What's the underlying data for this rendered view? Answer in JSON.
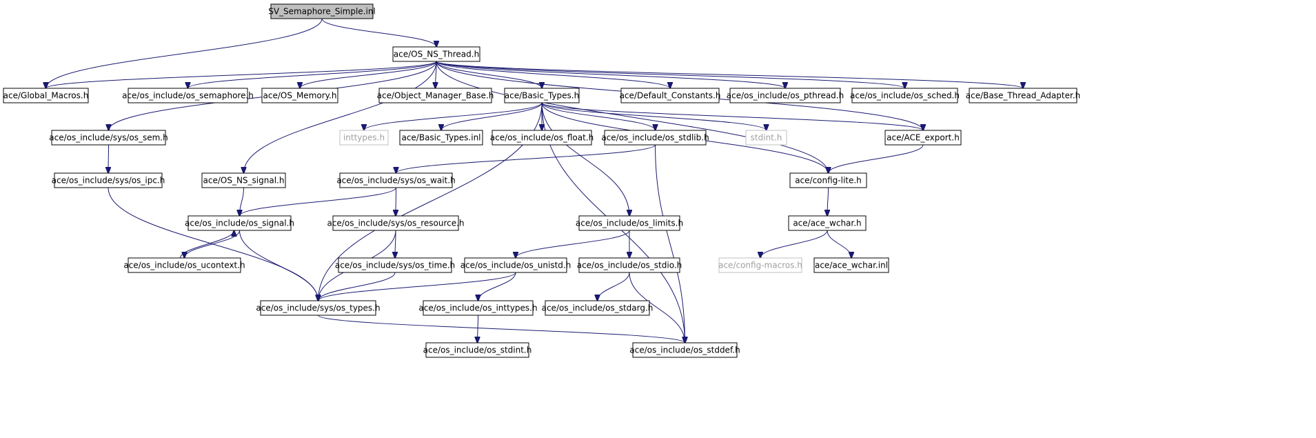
{
  "diagram": {
    "title": "",
    "colors": {
      "edge": "#191970",
      "root_fill": "#bfbfbf",
      "node_border": "#000000",
      "missing_border": "#bfbfbf",
      "missing_text": "#a0a0a0"
    },
    "nodes": [
      {
        "id": "root",
        "label": "SV_Semaphore_Simple.inl",
        "kind": "root"
      },
      {
        "id": "thread",
        "label": "ace/OS_NS_Thread.h"
      },
      {
        "id": "global",
        "label": "ace/Global_Macros.h"
      },
      {
        "id": "os_sema",
        "label": "ace/os_include/os_semaphore.h"
      },
      {
        "id": "memory",
        "label": "ace/OS_Memory.h"
      },
      {
        "id": "objmgr",
        "label": "ace/Object_Manager_Base.h"
      },
      {
        "id": "basic",
        "label": "ace/Basic_Types.h"
      },
      {
        "id": "defconst",
        "label": "ace/Default_Constants.h"
      },
      {
        "id": "pthread",
        "label": "ace/os_include/os_pthread.h"
      },
      {
        "id": "sched",
        "label": "ace/os_include/os_sched.h"
      },
      {
        "id": "bta",
        "label": "ace/Base_Thread_Adapter.h"
      },
      {
        "id": "sem",
        "label": "ace/os_include/sys/os_sem.h"
      },
      {
        "id": "inttypes",
        "label": "inttypes.h",
        "kind": "missing"
      },
      {
        "id": "basicinl",
        "label": "ace/Basic_Types.inl"
      },
      {
        "id": "float",
        "label": "ace/os_include/os_float.h"
      },
      {
        "id": "stdlib",
        "label": "ace/os_include/os_stdlib.h"
      },
      {
        "id": "stdint_sys",
        "label": "stdint.h",
        "kind": "missing"
      },
      {
        "id": "aceexport",
        "label": "ace/ACE_export.h"
      },
      {
        "id": "ipc",
        "label": "ace/os_include/sys/os_ipc.h"
      },
      {
        "id": "nssignal",
        "label": "ace/OS_NS_signal.h"
      },
      {
        "id": "wait",
        "label": "ace/os_include/sys/os_wait.h"
      },
      {
        "id": "configlite",
        "label": "ace/config-lite.h"
      },
      {
        "id": "signal",
        "label": "ace/os_include/os_signal.h"
      },
      {
        "id": "resource",
        "label": "ace/os_include/sys/os_resource.h"
      },
      {
        "id": "limits",
        "label": "ace/os_include/os_limits.h"
      },
      {
        "id": "wchar",
        "label": "ace/ace_wchar.h"
      },
      {
        "id": "ucontext",
        "label": "ace/os_include/os_ucontext.h"
      },
      {
        "id": "time",
        "label": "ace/os_include/sys/os_time.h"
      },
      {
        "id": "unistd",
        "label": "ace/os_include/os_unistd.h"
      },
      {
        "id": "stdio",
        "label": "ace/os_include/os_stdio.h"
      },
      {
        "id": "cfgmacros",
        "label": "ace/config-macros.h",
        "kind": "missing"
      },
      {
        "id": "wcharinl",
        "label": "ace/ace_wchar.inl"
      },
      {
        "id": "types",
        "label": "ace/os_include/sys/os_types.h"
      },
      {
        "id": "osinttypes",
        "label": "ace/os_include/os_inttypes.h"
      },
      {
        "id": "stdarg",
        "label": "ace/os_include/os_stdarg.h"
      },
      {
        "id": "osstdint",
        "label": "ace/os_include/os_stdint.h"
      },
      {
        "id": "stddef",
        "label": "ace/os_include/os_stddef.h"
      }
    ],
    "edges": [
      [
        "root",
        "global"
      ],
      [
        "root",
        "thread"
      ],
      [
        "thread",
        "global"
      ],
      [
        "thread",
        "os_sema"
      ],
      [
        "thread",
        "memory"
      ],
      [
        "thread",
        "objmgr"
      ],
      [
        "thread",
        "basic"
      ],
      [
        "thread",
        "defconst"
      ],
      [
        "thread",
        "pthread"
      ],
      [
        "thread",
        "sched"
      ],
      [
        "thread",
        "bta"
      ],
      [
        "thread",
        "sem"
      ],
      [
        "thread",
        "nssignal"
      ],
      [
        "thread",
        "aceexport"
      ],
      [
        "thread",
        "configlite"
      ],
      [
        "basic",
        "inttypes"
      ],
      [
        "basic",
        "basicinl"
      ],
      [
        "basic",
        "float"
      ],
      [
        "basic",
        "stdlib"
      ],
      [
        "basic",
        "stdint_sys"
      ],
      [
        "basic",
        "aceexport"
      ],
      [
        "basic",
        "types"
      ],
      [
        "basic",
        "limits"
      ],
      [
        "basic",
        "configlite"
      ],
      [
        "basic",
        "stddef"
      ],
      [
        "sem",
        "ipc"
      ],
      [
        "ipc",
        "types"
      ],
      [
        "nssignal",
        "signal"
      ],
      [
        "stdlib",
        "wait"
      ],
      [
        "stdlib",
        "stddef"
      ],
      [
        "wait",
        "signal"
      ],
      [
        "wait",
        "resource"
      ],
      [
        "aceexport",
        "configlite"
      ],
      [
        "configlite",
        "wchar"
      ],
      [
        "signal",
        "ucontext"
      ],
      [
        "ucontext",
        "signal"
      ],
      [
        "signal",
        "types"
      ],
      [
        "resource",
        "time"
      ],
      [
        "resource",
        "types"
      ],
      [
        "time",
        "types"
      ],
      [
        "limits",
        "unistd"
      ],
      [
        "limits",
        "stdio"
      ],
      [
        "wchar",
        "cfgmacros"
      ],
      [
        "wchar",
        "wcharinl"
      ],
      [
        "unistd",
        "types"
      ],
      [
        "unistd",
        "osinttypes"
      ],
      [
        "stdio",
        "stdarg"
      ],
      [
        "stdio",
        "stddef"
      ],
      [
        "osinttypes",
        "osstdint"
      ],
      [
        "types",
        "stddef"
      ]
    ]
  }
}
